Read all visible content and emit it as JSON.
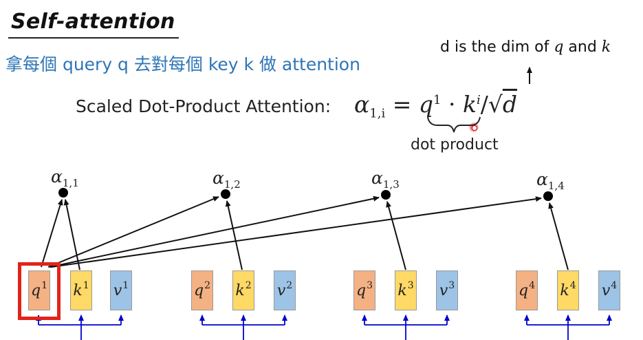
{
  "title": "Self-attention",
  "subtitle": "拿每個 query q 去對每個  key k 做 attention",
  "note": {
    "prefix": "d is the dim of ",
    "q": "q",
    "and": " and ",
    "k": "k"
  },
  "formula": {
    "label": "Scaled Dot-Product Attention:",
    "alpha": "α",
    "alpha_sub": "1,i",
    "eq": " = ",
    "q": "q",
    "q_sup": "1",
    "dot": " · ",
    "k": "k",
    "k_sup": "i",
    "div": "/√",
    "d": "d",
    "brace_label": "dot product"
  },
  "colors": {
    "query": "#f4b183",
    "key": "#ffd966",
    "value": "#9dc3e6",
    "highlight": "#e3231b",
    "connector": "#0000cc",
    "subtitle": "#2e75b6"
  },
  "groups": [
    {
      "q": "q",
      "q_sup": "1",
      "k": "k",
      "k_sup": "1",
      "v": "v",
      "v_sup": "1",
      "alpha": "α",
      "alpha_sub": "1,1"
    },
    {
      "q": "q",
      "q_sup": "2",
      "k": "k",
      "k_sup": "2",
      "v": "v",
      "v_sup": "2",
      "alpha": "α",
      "alpha_sub": "1,2"
    },
    {
      "q": "q",
      "q_sup": "3",
      "k": "k",
      "k_sup": "3",
      "v": "v",
      "v_sup": "3",
      "alpha": "α",
      "alpha_sub": "1,3"
    },
    {
      "q": "q",
      "q_sup": "4",
      "k": "k",
      "k_sup": "4",
      "v": "v",
      "v_sup": "4",
      "alpha": "α",
      "alpha_sub": "1,4"
    }
  ],
  "highlighted_node": "q1"
}
